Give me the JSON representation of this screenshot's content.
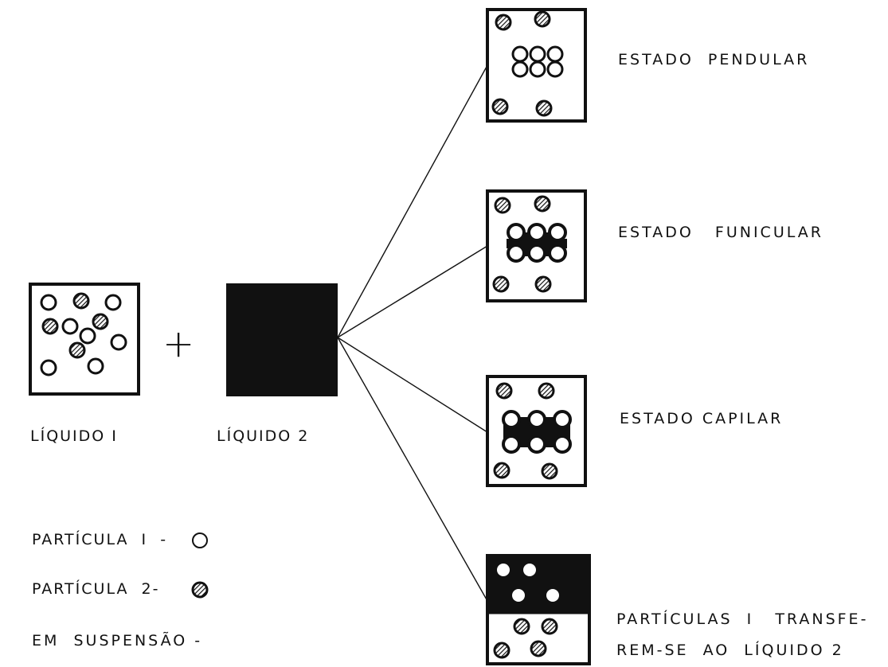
{
  "colors": {
    "ink": "#111111",
    "background": "#ffffff"
  },
  "symbols": {
    "plus": "+"
  },
  "labels": {
    "liquid1": "LÍQUIDO I",
    "liquid2": "LÍQUIDO 2",
    "pendular": "ESTADO  PENDULAR",
    "funicular": "ESTADO   FUNICULAR",
    "capilar": "ESTADO CAPILAR",
    "transfer_line1": "PARTÍCULAS  I   TRANSFE-",
    "transfer_line2": "REM-SE  AO  LÍQUIDO 2"
  },
  "legend": {
    "particle1": "PARTÍCULA  I  -",
    "particle2": "PARTÍCULA  2-",
    "suspension": "EM  SUSPENSÃO -"
  }
}
